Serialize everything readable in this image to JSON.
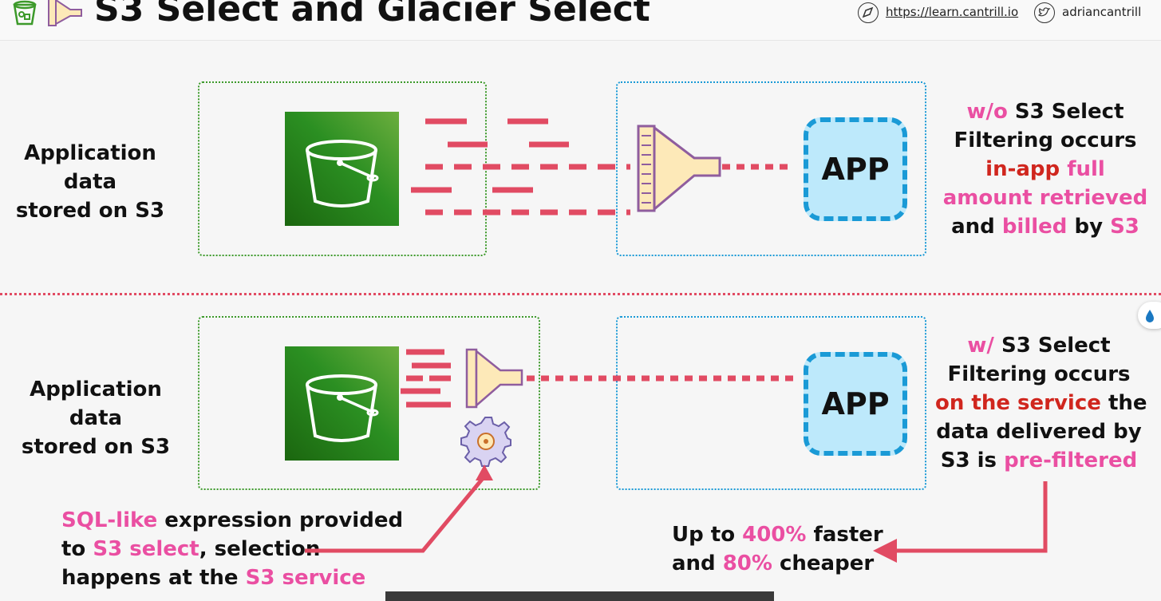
{
  "header": {
    "title": "S3 Select and Glacier Select",
    "url": "https://learn.cantrill.io",
    "handle": "adriancantrill"
  },
  "top_section": {
    "left_label": [
      "Application data",
      "stored on S3"
    ],
    "app_label": "APP",
    "right_text": {
      "line1_a": "w/o",
      "line1_b": " S3 Select",
      "line2": "Filtering occurs",
      "line3_a": "in-app",
      "line3_b": " full",
      "line4": "amount retrieved",
      "line5_a": "and ",
      "line5_b": "billed",
      "line5_c": " by ",
      "line5_d": "S3"
    }
  },
  "bottom_section": {
    "left_label": [
      "Application data",
      "stored on S3"
    ],
    "app_label": "APP",
    "right_text": {
      "line1_a": "w/",
      "line1_b": " S3 Select",
      "line2": "Filtering occurs",
      "line3_a": "on the service",
      "line3_b": " the",
      "line4": "data delivered by",
      "line5_a": "S3 is ",
      "line5_b": "pre-filtered"
    },
    "sql_note": {
      "line1_a": "SQL-like",
      "line1_b": " expression provided",
      "line2_a": "to ",
      "line2_b": "S3 select",
      "line2_c": ", selection",
      "line3_a": "happens at the ",
      "line3_b": "S3 service"
    },
    "perf_note": {
      "line1_a": "Up to ",
      "line1_b": "400%",
      "line1_c": " faster",
      "line2_a": "and ",
      "line2_b": "80%",
      "line2_c": " cheaper"
    }
  },
  "colors": {
    "accent_pink": "#ea4fa2",
    "accent_red": "#d0261e",
    "data_dash": "#e14b63",
    "s3_green": "#2b8f22",
    "app_blue": "#1a9ad6"
  },
  "icons": [
    "s3-bucket-icon",
    "filter-funnel-icon",
    "gear-icon",
    "compass-icon",
    "twitter-icon",
    "app-icon"
  ]
}
